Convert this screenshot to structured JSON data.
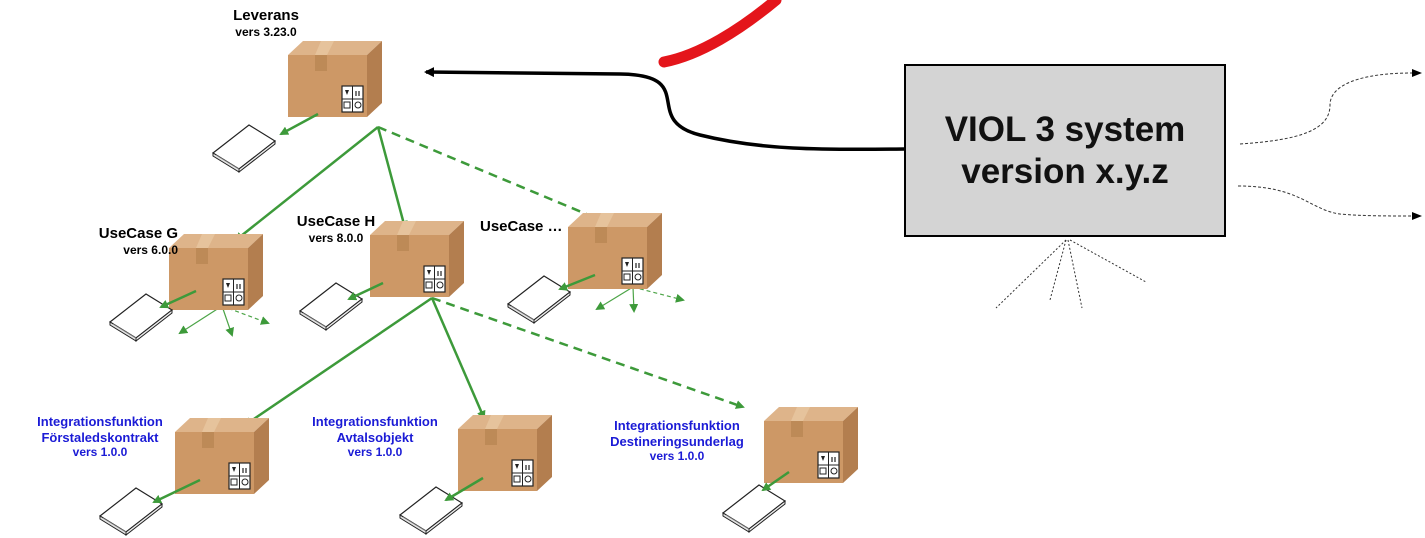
{
  "diagram": {
    "nodes": {
      "leverans": {
        "name": "Leverans",
        "version": "vers 3.23.0"
      },
      "usecase_g": {
        "name": "UseCase G",
        "version": "vers 6.0.0"
      },
      "usecase_h": {
        "name": "UseCase H",
        "version": "vers 8.0.0"
      },
      "usecase_etc": {
        "name": "UseCase …"
      },
      "if_forstaled": {
        "name": "Integrationsfunktion",
        "sub": "Förstaledskontrakt",
        "version": "vers 1.0.0"
      },
      "if_avtalsobjekt": {
        "name": "Integrationsfunktion",
        "sub": "Avtalsobjekt",
        "version": "vers 1.0.0"
      },
      "if_destinering": {
        "name": "Integrationsfunktion",
        "sub": "Destineringsunderlag",
        "version": "vers 1.0.0"
      }
    },
    "system_box": {
      "line1": "VIOL 3 system",
      "line2": "version x.y.z"
    },
    "colors": {
      "green_arrow": "#3d9a3a",
      "black_arrow": "#000000",
      "box_cardboard": "#cd9866",
      "system_box_fill": "#d4d4d4",
      "integration_label": "#1b1bd6",
      "red_stroke": "#e4151b"
    },
    "edges": [
      {
        "from": "leverans",
        "to": "usecase_g",
        "style": "solid"
      },
      {
        "from": "leverans",
        "to": "usecase_h",
        "style": "solid"
      },
      {
        "from": "leverans",
        "to": "usecase_etc",
        "style": "dashed"
      },
      {
        "from": "usecase_h",
        "to": "if_forstaled",
        "style": "solid"
      },
      {
        "from": "usecase_h",
        "to": "if_avtalsobjekt",
        "style": "solid"
      },
      {
        "from": "usecase_h",
        "to": "if_destinering",
        "style": "dashed"
      },
      {
        "from": "system_box",
        "to": "leverans",
        "style": "solid"
      }
    ]
  }
}
